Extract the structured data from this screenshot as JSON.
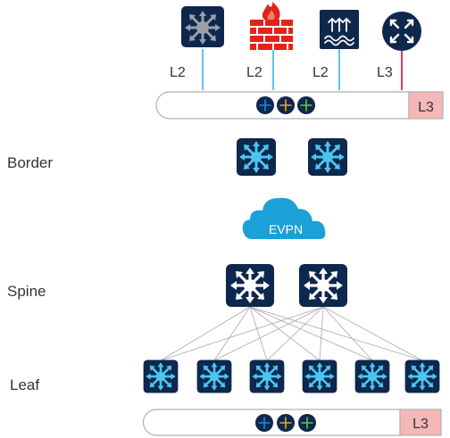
{
  "tiers": {
    "border": "Border",
    "spine": "Spine",
    "leaf": "Leaf"
  },
  "external": {
    "link_labels": [
      "L2",
      "L2",
      "L2",
      "L3"
    ],
    "devices": [
      "core-switch-icon",
      "firewall-icon",
      "load-balancer-icon",
      "router-icon"
    ]
  },
  "top_bar": {
    "tag": "L3"
  },
  "bottom_bar": {
    "tag": "L3"
  },
  "cloud": {
    "label": "EVPN"
  },
  "colors": {
    "navy": "#0d274d",
    "light_blue": "#3fb6e8",
    "cyan_link": "#32b5e9",
    "red_link": "#c8102e",
    "firewall_red": "#e2231a",
    "cloud_blue": "#1ba0d7",
    "tag_pink": "#f5b7b7",
    "vrf_blue": "#1e88e5",
    "vrf_orange": "#f6a21a",
    "vrf_green": "#6cc04a",
    "grey_switch": "#9aa0a6"
  },
  "vrf_dots": [
    "blue",
    "orange",
    "green"
  ]
}
